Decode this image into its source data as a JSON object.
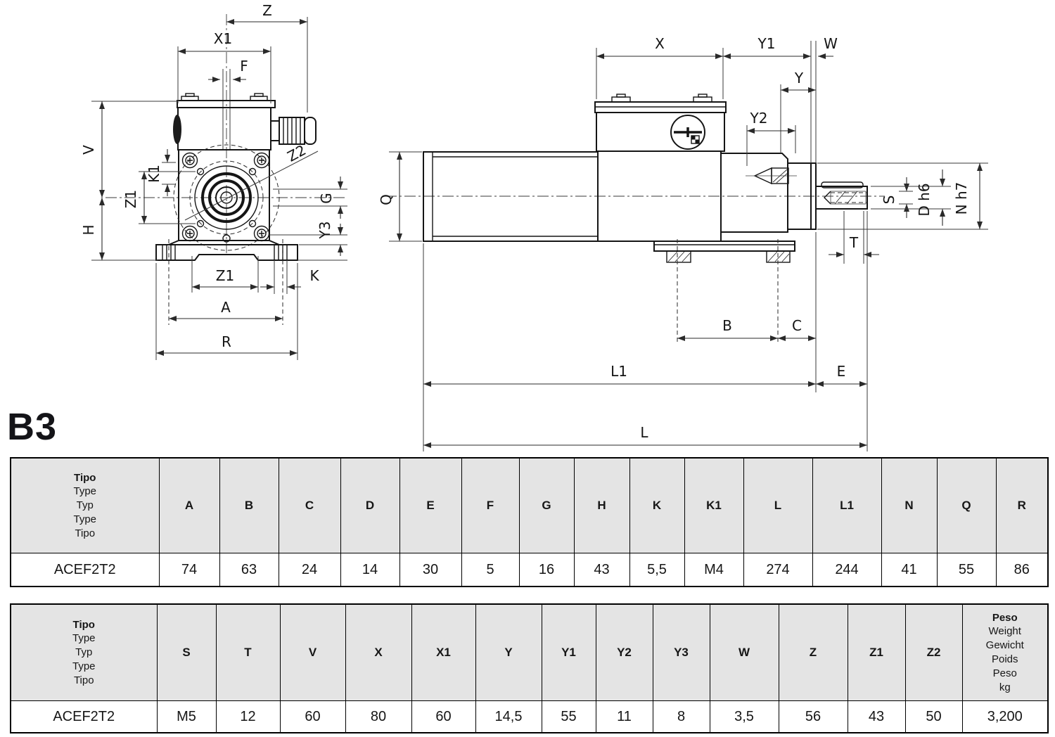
{
  "section_label": "B3",
  "front": {
    "dims": {
      "z": "Z",
      "x1": "X1",
      "f": "F",
      "v": "V",
      "k1": "K1",
      "z1_left": "Z1",
      "h": "H",
      "z2": "Z2",
      "g": "G",
      "y3": "Y3",
      "z1_bottom": "Z1",
      "k": "K",
      "a": "A",
      "r": "R"
    }
  },
  "side": {
    "dims": {
      "x": "X",
      "y1": "Y1",
      "w": "W",
      "y": "Y",
      "y2": "Y2",
      "q": "Q",
      "s": "S",
      "d_h6": "D h6",
      "n_h7": "N h7",
      "t": "T",
      "b": "B",
      "c": "C",
      "l1": "L1",
      "e": "E",
      "l": "L"
    }
  },
  "table1": {
    "type_header": [
      "Tipo",
      "Type",
      "Typ",
      "Type",
      "Tipo"
    ],
    "columns": [
      "A",
      "B",
      "C",
      "D",
      "E",
      "F",
      "G",
      "H",
      "K",
      "K1",
      "L",
      "L1",
      "N",
      "Q",
      "R"
    ],
    "row": {
      "type": "ACEF2T2",
      "values": [
        "74",
        "63",
        "24",
        "14",
        "30",
        "5",
        "16",
        "43",
        "5,5",
        "M4",
        "274",
        "244",
        "41",
        "55",
        "86"
      ]
    }
  },
  "table2": {
    "type_header": [
      "Tipo",
      "Type",
      "Typ",
      "Type",
      "Tipo"
    ],
    "columns": [
      "S",
      "T",
      "V",
      "X",
      "X1",
      "Y",
      "Y1",
      "Y2",
      "Y3",
      "W",
      "Z",
      "Z1",
      "Z2"
    ],
    "peso_header": [
      "Peso",
      "Weight",
      "Gewicht",
      "Poids",
      "Peso",
      "kg"
    ],
    "row": {
      "type": "ACEF2T2",
      "values": [
        "M5",
        "12",
        "60",
        "80",
        "60",
        "14,5",
        "55",
        "11",
        "8",
        "3,5",
        "56",
        "43",
        "50"
      ],
      "peso": "3,200"
    }
  }
}
